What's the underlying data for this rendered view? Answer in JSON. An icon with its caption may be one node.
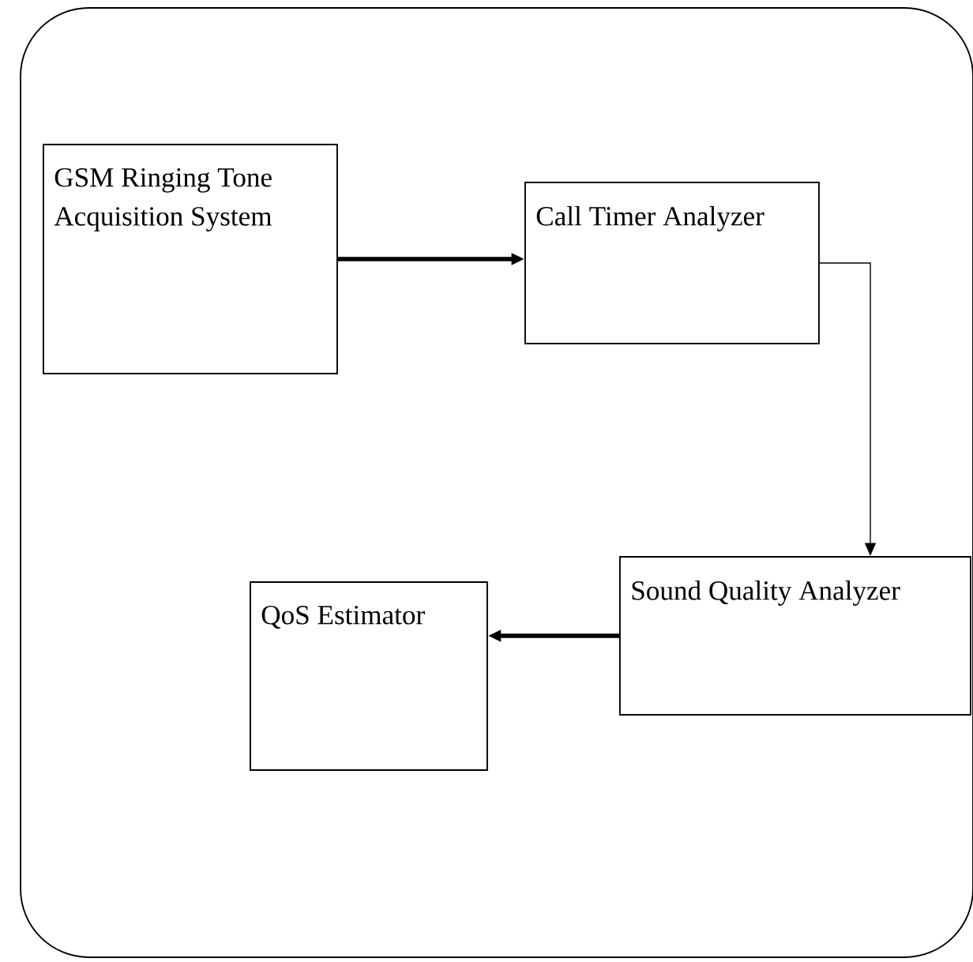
{
  "diagram": {
    "nodes": [
      {
        "text": [
          "GSM Ringing Tone Acquisition System"
        ]
      },
      {
        "text": [
          "Call Timer Analyzer"
        ]
      },
      {
        "text": [
          "Sound Quality Analyzer"
        ]
      },
      {
        "text": [
          "QoS Estimator"
        ]
      }
    ],
    "edges": [
      {
        "from": 0,
        "to": 1,
        "arrow": "to"
      },
      {
        "from": 1,
        "to": 2,
        "arrow": "to"
      },
      {
        "from": 2,
        "to": 3,
        "arrow": "to"
      }
    ]
  }
}
